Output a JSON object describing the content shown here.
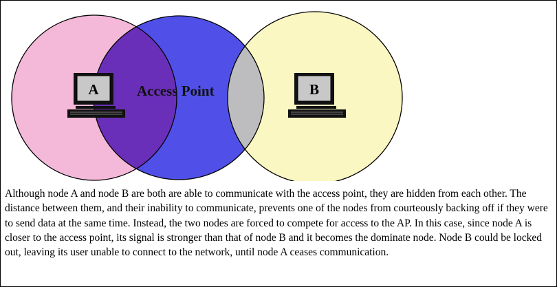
{
  "diagram": {
    "node_a_label": "A",
    "node_b_label": "B",
    "access_point_label": "Access Point",
    "colors": {
      "node_a_range": "#f4b8d8",
      "access_point_range": "#5050e8",
      "overlap_a_ap": "#6a2fb8",
      "node_b_range": "#fbf7c2",
      "overlap_ap_b": "#bdbdbf",
      "outline": "#000000",
      "laptop_screen": "#c8c8c8"
    }
  },
  "caption": {
    "text": "Although node A and node B are both are able to communicate with the access point, they are hidden from each other. The distance between them, and their inability to communicate, prevents one of the nodes from courteously backing off if they were to send data at the same time. Instead, the two nodes are forced to compete for access to the AP. In this case, since node A is closer to the access point, its signal is stronger than that of node B and it becomes the dominate node. Node B could be locked out, leaving its user unable to connect to the network, until node A ceases communication."
  }
}
